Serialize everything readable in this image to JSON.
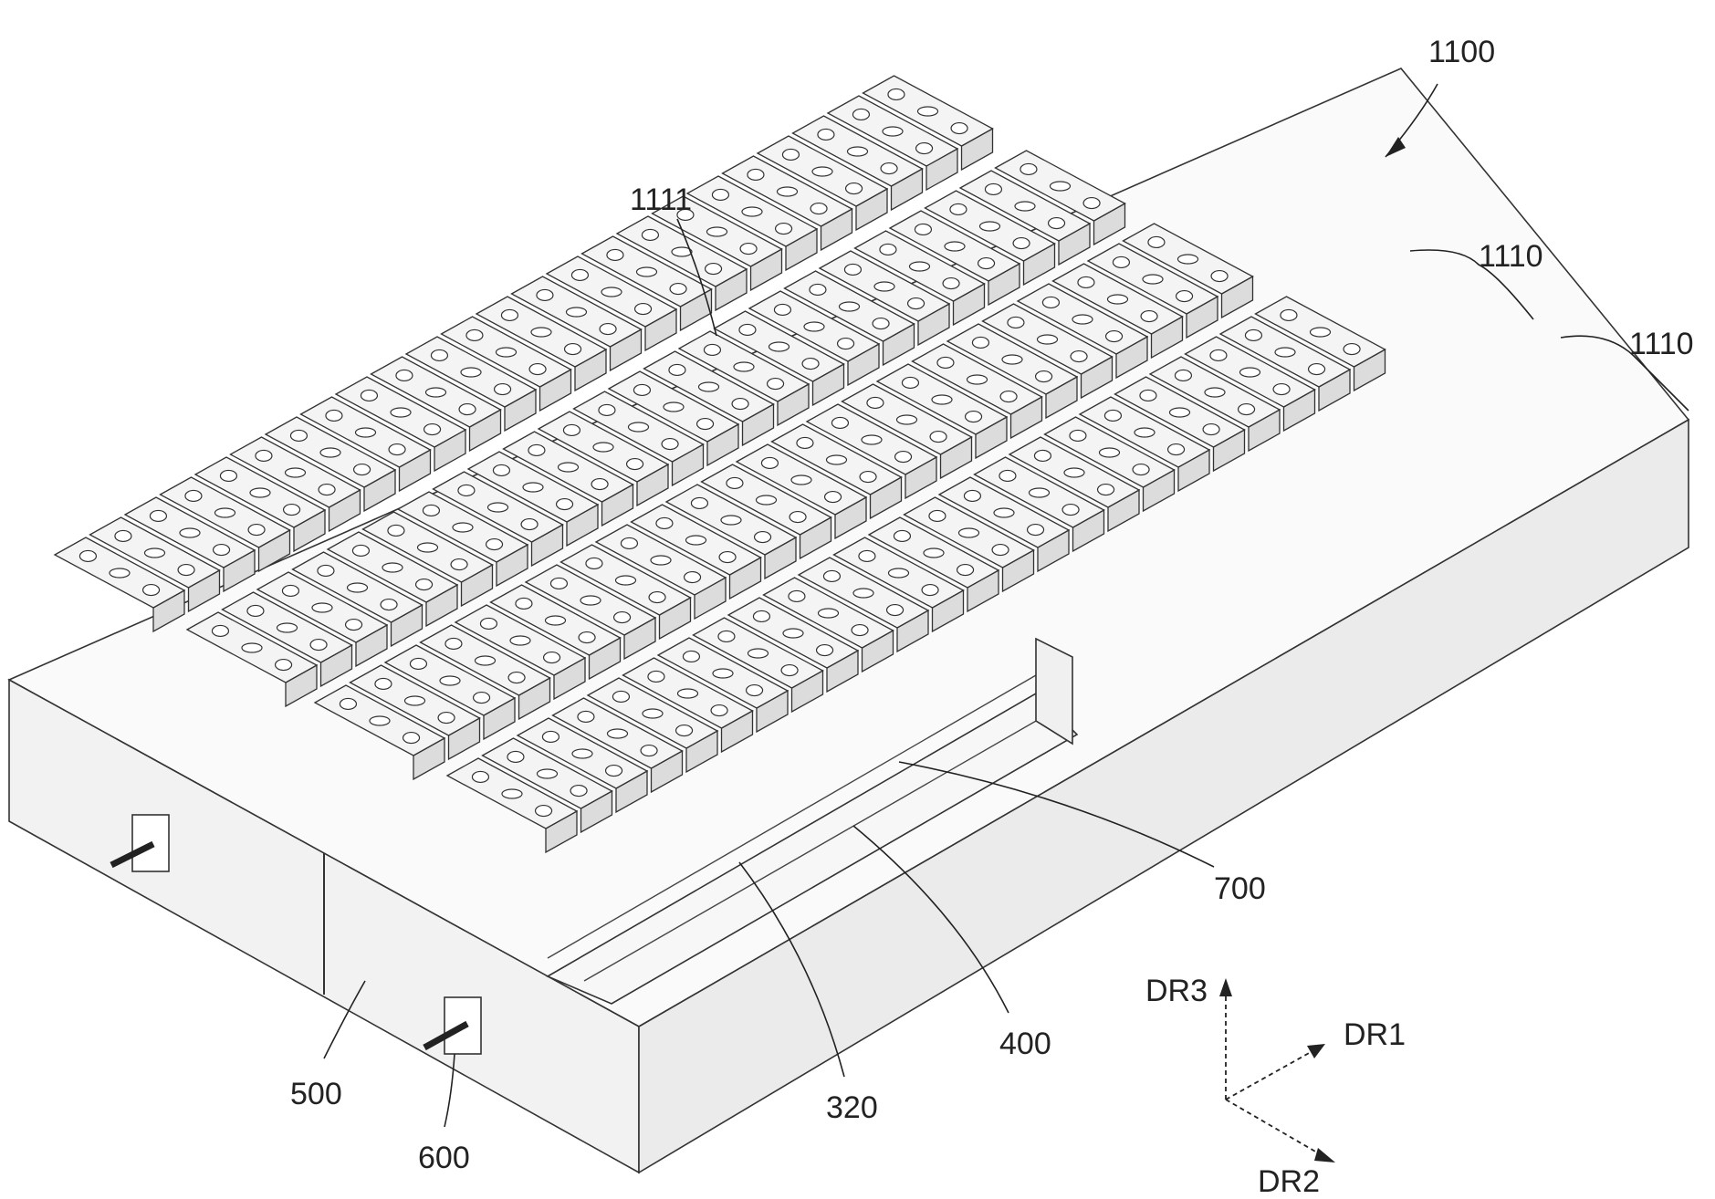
{
  "figure": {
    "labels": {
      "battery_pack": "1100",
      "battery_cell": "1111",
      "module_a": "1110",
      "module_b": "1110",
      "busbar": "700",
      "housing_wall": "400",
      "cell_side": "320",
      "end_plate": "500",
      "connector_pin": "600"
    },
    "axes": {
      "dr1": "DR1",
      "dr2": "DR2",
      "dr3": "DR3"
    },
    "colors": {
      "line": "#333333",
      "cell_top": "#f4f4f4",
      "cell_side": "#dcdcdc",
      "tray": "#fafafa",
      "background": "#ffffff"
    }
  }
}
